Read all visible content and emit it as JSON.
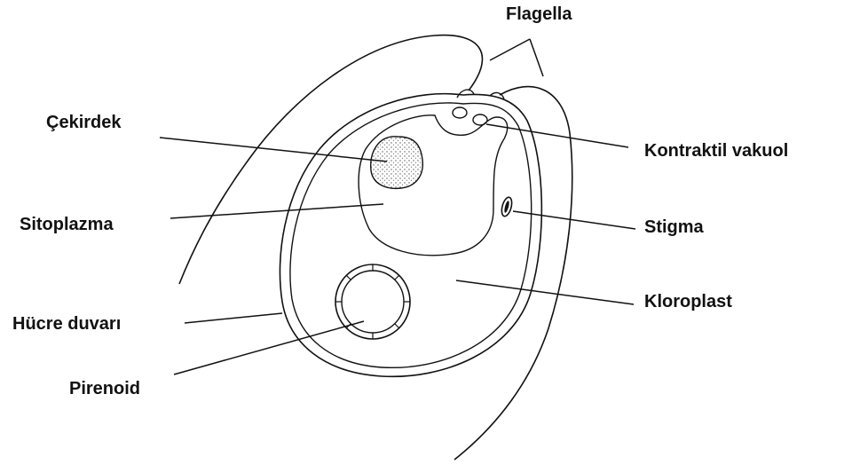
{
  "diagram": {
    "labels": {
      "flagella": "Flagella",
      "cekirdek": "Çekirdek",
      "kontraktil_vakuol": "Kontraktil vakuol",
      "sitoplazma": "Sitoplazma",
      "stigma": "Stigma",
      "kloroplast": "Kloroplast",
      "hucre_duvari": "Hücre duvarı",
      "pirenoid": "Pirenoid"
    },
    "colors": {
      "ink": "#111111",
      "background": "#ffffff",
      "nucleus_stipple": "#555555"
    }
  }
}
